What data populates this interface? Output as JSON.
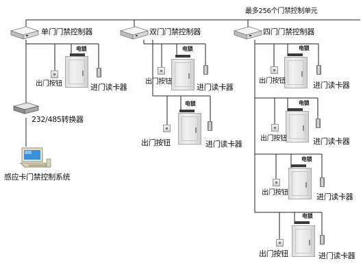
{
  "diagram": {
    "top_label": "最多256个门禁控制单元",
    "controllers": {
      "single": "单门门禁控制器",
      "double": "双门门禁控制器",
      "quad": "四门门禁控制器"
    },
    "converter": "232/485转换器",
    "system": "感应卡门禁控制系统",
    "lock_label": "电锁",
    "exit_button": "出门按钮",
    "reader": "进门读卡器"
  }
}
